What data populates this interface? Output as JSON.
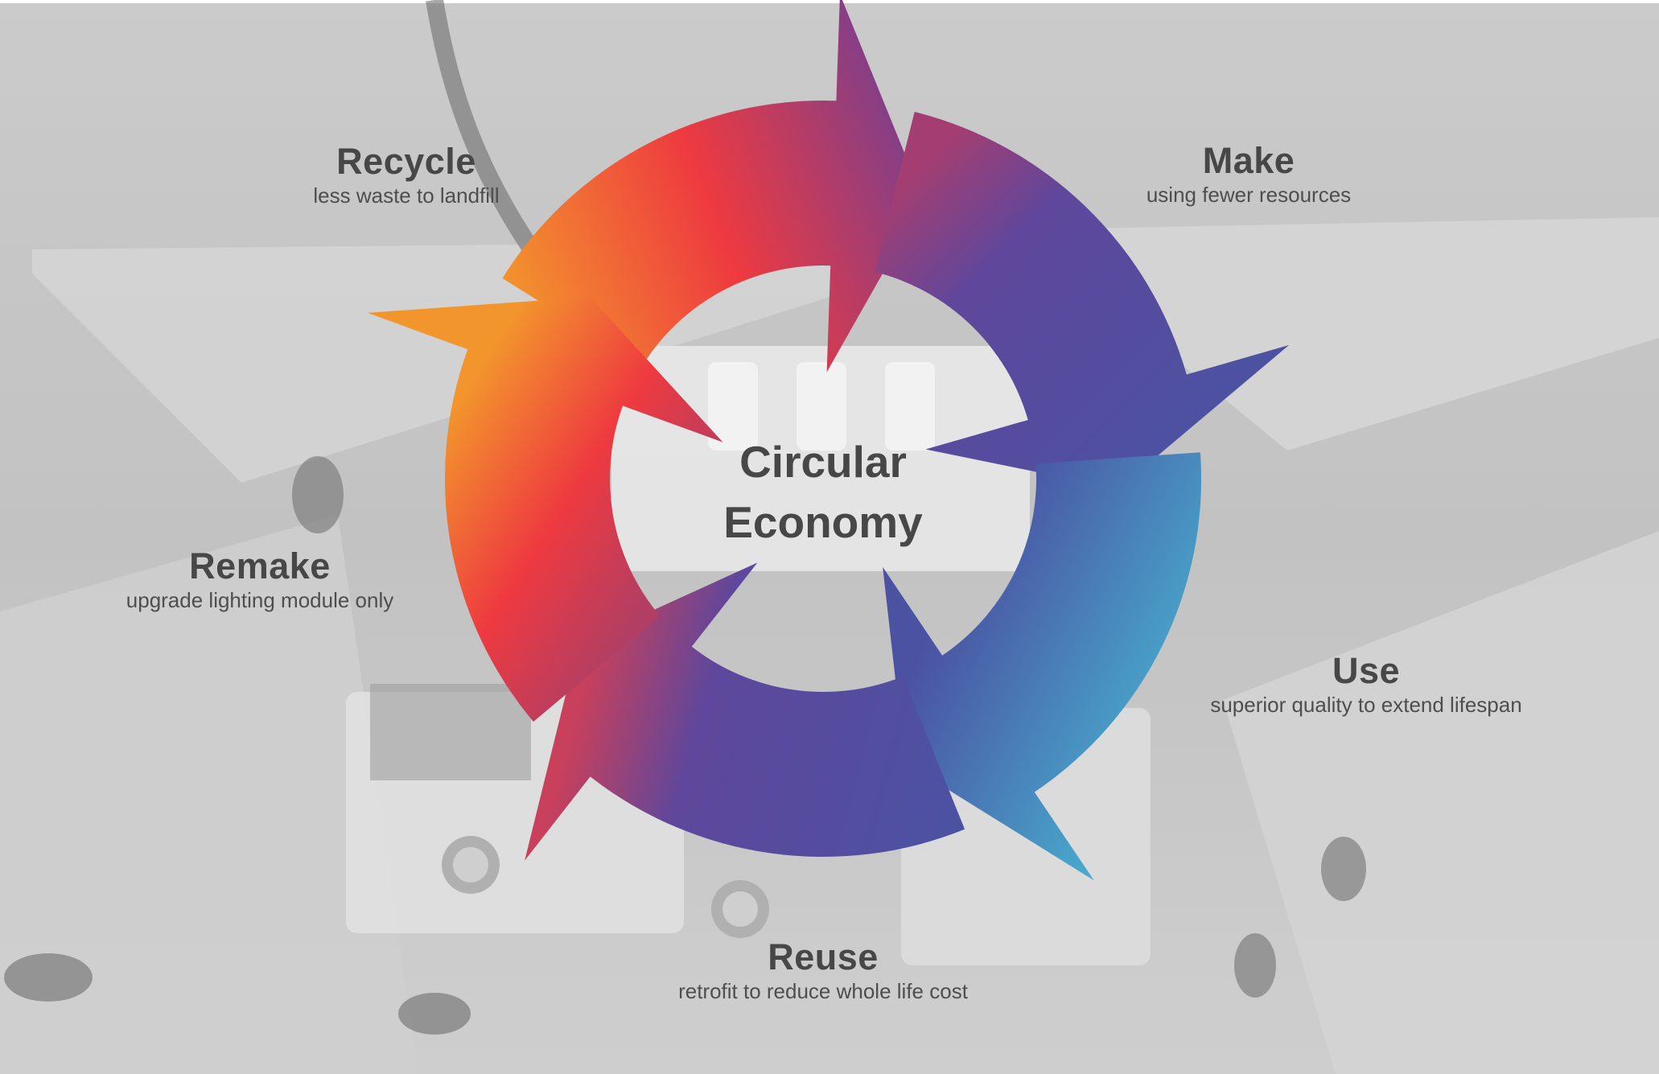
{
  "center": {
    "line1": "Circular",
    "line2": "Economy"
  },
  "stages": [
    {
      "id": "make",
      "title": "Make",
      "desc": "using fewer resources"
    },
    {
      "id": "use",
      "title": "Use",
      "desc": "superior quality to extend lifespan"
    },
    {
      "id": "reuse",
      "title": "Reuse",
      "desc": "retrofit to reduce whole life cost"
    },
    {
      "id": "remake",
      "title": "Remake",
      "desc": "upgrade lighting module only"
    },
    {
      "id": "recycle",
      "title": "Recycle",
      "desc": "less waste to landfill"
    }
  ],
  "colors": {
    "orange": "#f3952d",
    "red": "#ee3a40",
    "purple": "#5e479c",
    "indigo": "#4b52a2",
    "cyan": "#47b7d3",
    "text": "#474747",
    "background": "#bdbdbd"
  },
  "background_image": "grayscale photo of open lighting fixture junction box"
}
